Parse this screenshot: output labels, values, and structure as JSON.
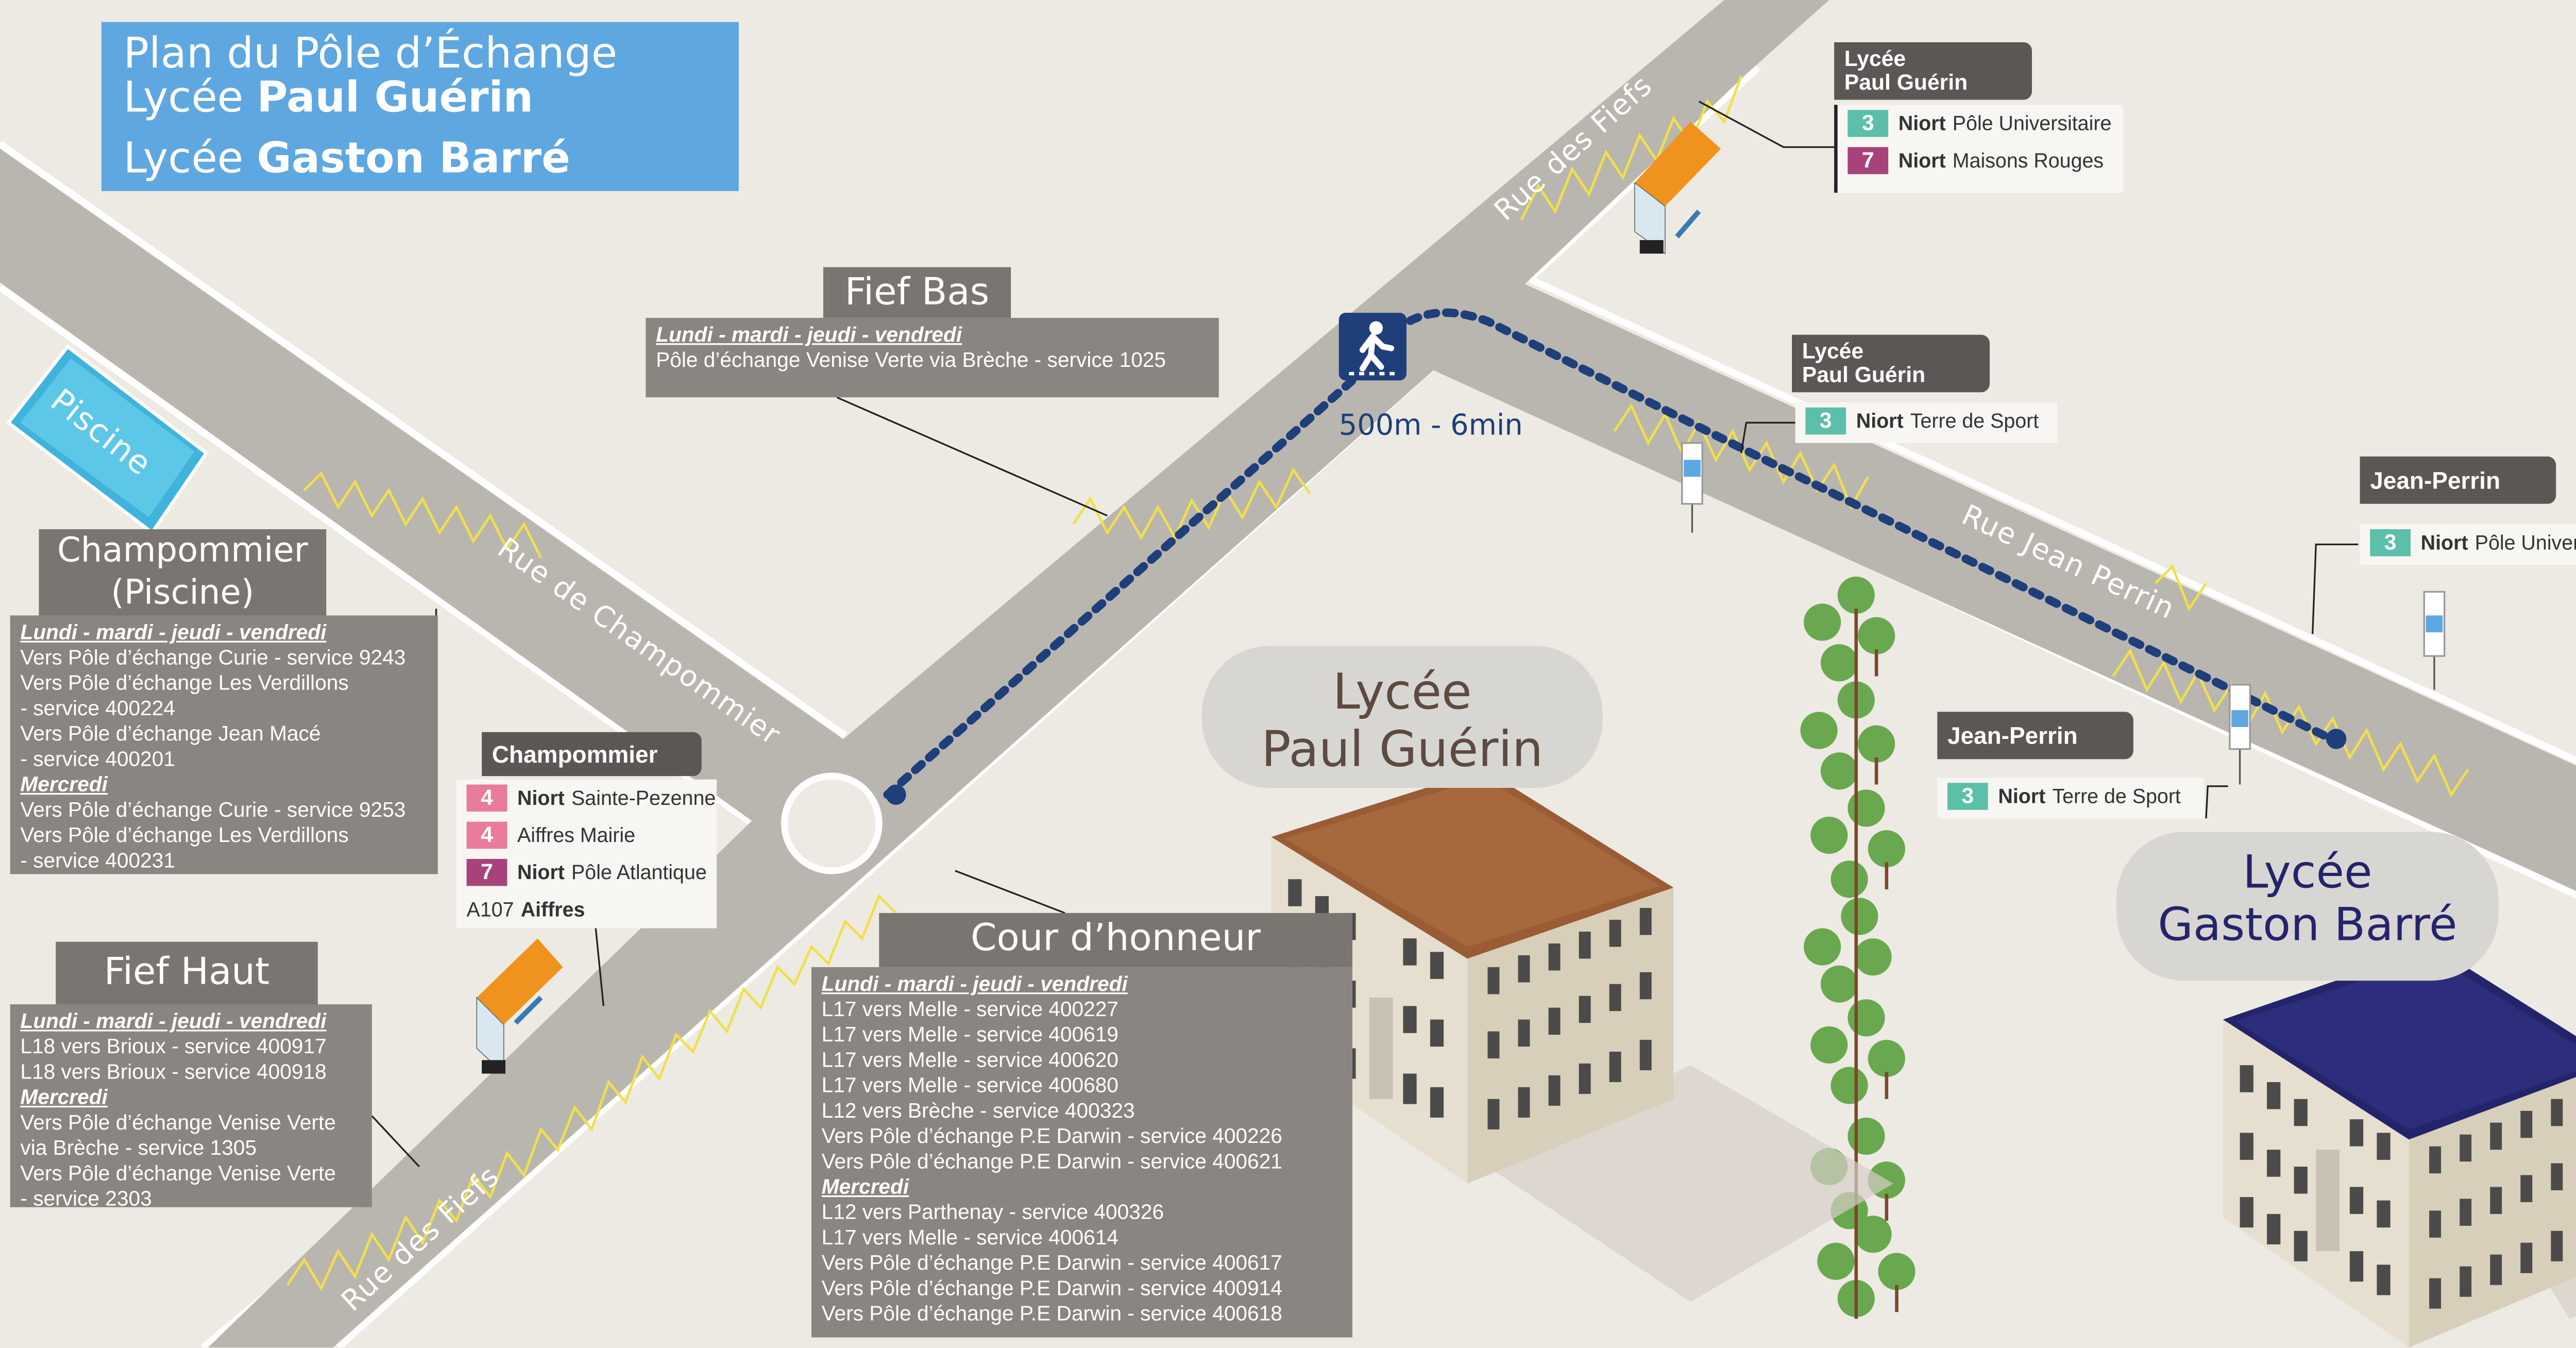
{
  "title": {
    "line1": "Plan du Pôle d’Échange",
    "line2_prefix": "Lycée ",
    "line2_name": "Paul Guérin",
    "line3_prefix": "Lycée ",
    "line3_name": "Gaston Barré"
  },
  "streets": {
    "fiefs_top": "Rue des Fiefs",
    "champommier": "Rue de Champommier",
    "jean_perrin": "Rue Jean Perrin",
    "fiefs_bottom": "Rue des Fiefs",
    "piscine": "Piscine"
  },
  "walk": {
    "label": "500m - 6min",
    "icon": "pedestrian-icon"
  },
  "buildings": {
    "paul_guerin": {
      "line1": "Lycée",
      "line2": "Paul Guérin"
    },
    "gaston_barre": {
      "line1": "Lycée",
      "line2": "Gaston Barré"
    }
  },
  "fief_bas": {
    "heading": "Fief Bas",
    "lines": [
      {
        "text": "Lundi - mardi - jeudi - vendredi",
        "day": true
      },
      {
        "text": "Pôle d’échange Venise Verte via Brèche - service 1025",
        "day": false
      }
    ]
  },
  "champommier_piscine": {
    "heading1": "Champommier",
    "heading2": "(Piscine)",
    "lines": [
      {
        "text": "Lundi  - mardi - jeudi - vendredi",
        "day": true
      },
      {
        "text": "Vers Pôle d’échange Curie - service 9243",
        "day": false
      },
      {
        "text": "Vers Pôle d’échange Les Verdillons",
        "day": false
      },
      {
        "text": "- service 400224",
        "day": false
      },
      {
        "text": "Vers Pôle d’échange Jean Macé",
        "day": false
      },
      {
        "text": "- service 400201",
        "day": false
      },
      {
        "text": "Mercredi",
        "day": true
      },
      {
        "text": "Vers Pôle d’échange Curie - service 9253",
        "day": false
      },
      {
        "text": "Vers Pôle d’échange Les Verdillons",
        "day": false
      },
      {
        "text": "- service 400231",
        "day": false
      }
    ]
  },
  "fief_haut": {
    "heading": "Fief Haut",
    "lines": [
      {
        "text": "Lundi  - mardi - jeudi - vendredi",
        "day": true
      },
      {
        "text": "L18 vers Brioux - service 400917",
        "day": false
      },
      {
        "text": "L18 vers Brioux - service 400918",
        "day": false
      },
      {
        "text": "Mercredi",
        "day": true
      },
      {
        "text": "Vers Pôle d’échange Venise Verte",
        "day": false
      },
      {
        "text": "via Brèche - service 1305",
        "day": false
      },
      {
        "text": "Vers Pôle d’échange Venise Verte",
        "day": false
      },
      {
        "text": "- service 2303",
        "day": false
      }
    ]
  },
  "cour_honneur": {
    "heading": "Cour d’honneur",
    "lines": [
      {
        "text": "Lundi - mardi - jeudi - vendredi",
        "day": true
      },
      {
        "text": "L17 vers Melle - service 400227",
        "day": false
      },
      {
        "text": "L17 vers Melle - service 400619",
        "day": false
      },
      {
        "text": "L17 vers Melle - service 400620",
        "day": false
      },
      {
        "text": "L17 vers Melle - service 400680",
        "day": false
      },
      {
        "text": "L12 vers Brèche - service 400323",
        "day": false
      },
      {
        "text": "Vers Pôle d’échange P.E Darwin - service 400226",
        "day": false
      },
      {
        "text": "Vers Pôle d’échange P.E Darwin - service 400621",
        "day": false
      },
      {
        "text": "Mercredi",
        "day": true
      },
      {
        "text": "L12 vers Parthenay  - service 400326",
        "day": false
      },
      {
        "text": "L17 vers Melle - service 400614",
        "day": false
      },
      {
        "text": "Vers Pôle d’échange P.E Darwin - service 400617",
        "day": false
      },
      {
        "text": "Vers Pôle d’échange P.E Darwin - service 400914",
        "day": false
      },
      {
        "text": "Vers Pôle d’échange P.E Darwin - service 400618",
        "day": false
      }
    ]
  },
  "stops": {
    "pg_top": {
      "name_line1": "Lycée",
      "name_line2": "Paul Guérin",
      "rows": [
        {
          "badge": "3",
          "badge_color": "#5bbfa9",
          "city": "Niort",
          "dest": "Pôle Universitaire"
        },
        {
          "badge": "7",
          "badge_color": "#a8427b",
          "city": "Niort",
          "dest": "Maisons Rouges"
        }
      ]
    },
    "pg_mid": {
      "name_line1": "Lycée",
      "name_line2": "Paul Guérin",
      "rows": [
        {
          "badge": "3",
          "badge_color": "#5bbfa9",
          "city": "Niort",
          "dest": "Terre de Sport"
        }
      ]
    },
    "jp_right": {
      "name": "Jean-Perrin",
      "rows": [
        {
          "badge": "3",
          "badge_color": "#5bbfa9",
          "city": "Niort",
          "dest": "Pôle Universitaire"
        }
      ]
    },
    "jp_left": {
      "name": "Jean-Perrin",
      "rows": [
        {
          "badge": "3",
          "badge_color": "#5bbfa9",
          "city": "Niort",
          "dest": "Terre de Sport"
        }
      ]
    },
    "champommier": {
      "name": "Champommier",
      "rows": [
        {
          "badge": "4",
          "badge_color": "#e87c9a",
          "city": "Niort",
          "dest": "Sainte-Pezenne"
        },
        {
          "badge": "4",
          "badge_color": "#e87c9a",
          "city": "",
          "dest": "Aiffres Mairie"
        },
        {
          "badge": "7",
          "badge_color": "#a8427b",
          "city": "Niort",
          "dest": "Pôle Atlantique"
        },
        {
          "badge": "A107",
          "badge_color": "",
          "city": "Aiffres",
          "dest": ""
        }
      ]
    }
  },
  "colors": {
    "background": "#edeae4",
    "road": "#b9b6b0",
    "title_blue": "#5fa7e0",
    "walk_dots": "#1f3f7a",
    "panel_gray": "#8a8580",
    "line3": "#5bbfa9",
    "line4": "#e87c9a",
    "line7": "#a8427b"
  }
}
